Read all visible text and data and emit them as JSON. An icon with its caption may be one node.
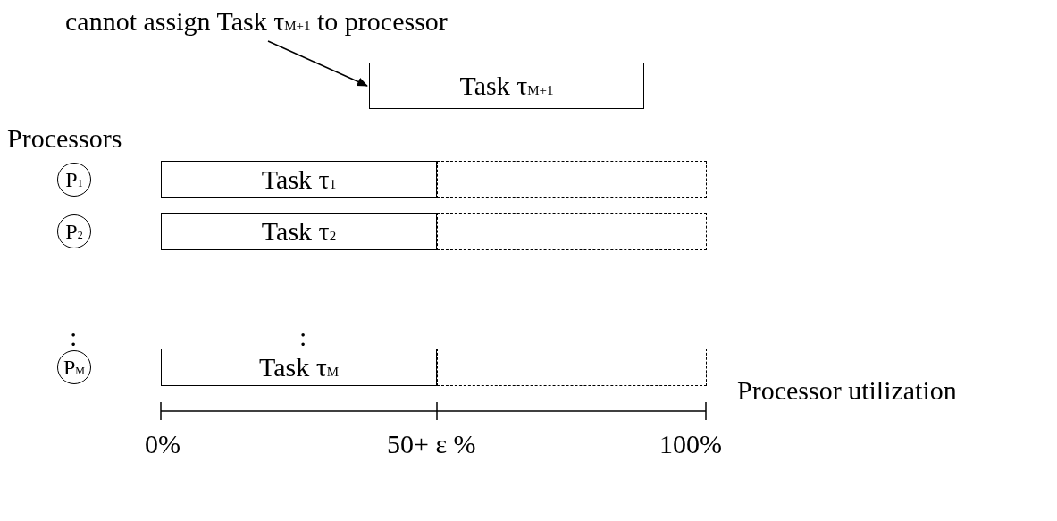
{
  "diagram": {
    "nodes": [
      {
        "text": [
          "cannot assign Task τ$_{M+1}$ to processor"
        ]
      },
      {
        "text": [
          "Task τ$_{M+1}$"
        ]
      },
      {
        "text": [
          "P$_{1}$"
        ]
      },
      {
        "text": [
          "Task τ$_{1}$"
        ]
      },
      {
        "text": [],
        "shape": "box"
      },
      {
        "text": [
          "P$_{2}$"
        ]
      },
      {
        "text": [
          "Task τ$_{2}$"
        ]
      },
      {
        "text": [],
        "shape": "box"
      },
      {
        "text": [
          "P$_{M}$"
        ]
      },
      {
        "text": [
          "Task τ$_{M}$"
        ]
      },
      {
        "text": [],
        "shape": "box"
      }
    ],
    "edges": [
      {
        "from": 0,
        "to": 1,
        "arrow": "to"
      }
    ],
    "labels": [
      "Processors",
      ":",
      ":",
      "Processor utilization",
      "0%",
      "50+ ε %",
      "100%"
    ]
  }
}
